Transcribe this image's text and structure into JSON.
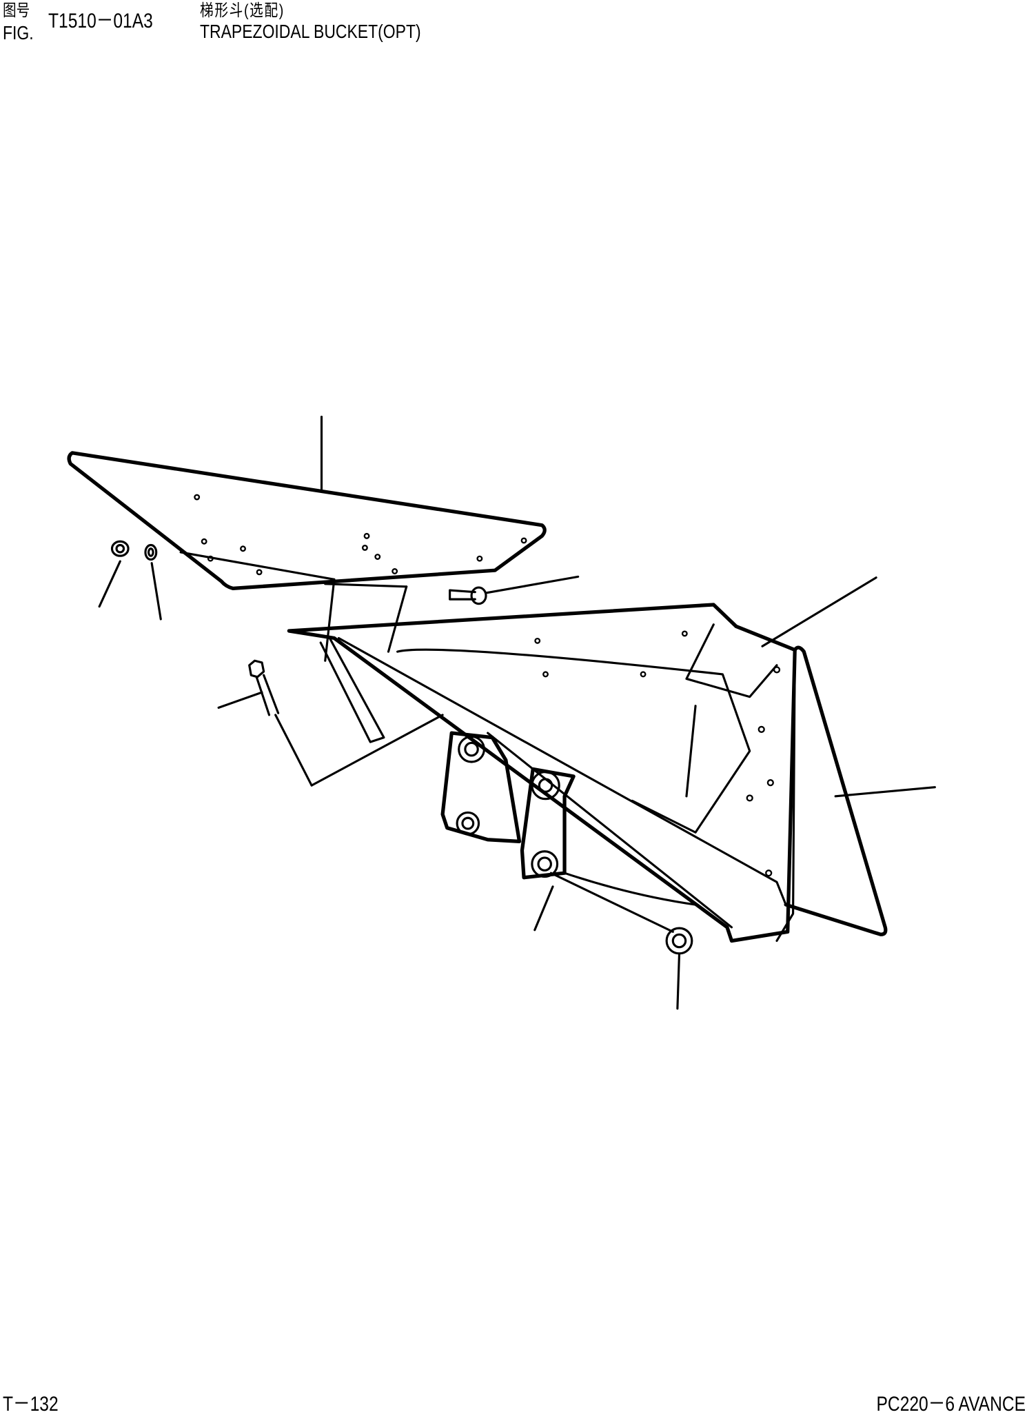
{
  "header": {
    "fig_label_cn": "图号",
    "fig_label": "FIG.",
    "fig_number": "T1510－01A3",
    "title_cn": "梯形斗(选配)",
    "title_en": "TRAPEZOIDAL BUCKET(OPT)"
  },
  "footer": {
    "page_number": "T－132",
    "model": "PC220－6 AVANCE"
  }
}
